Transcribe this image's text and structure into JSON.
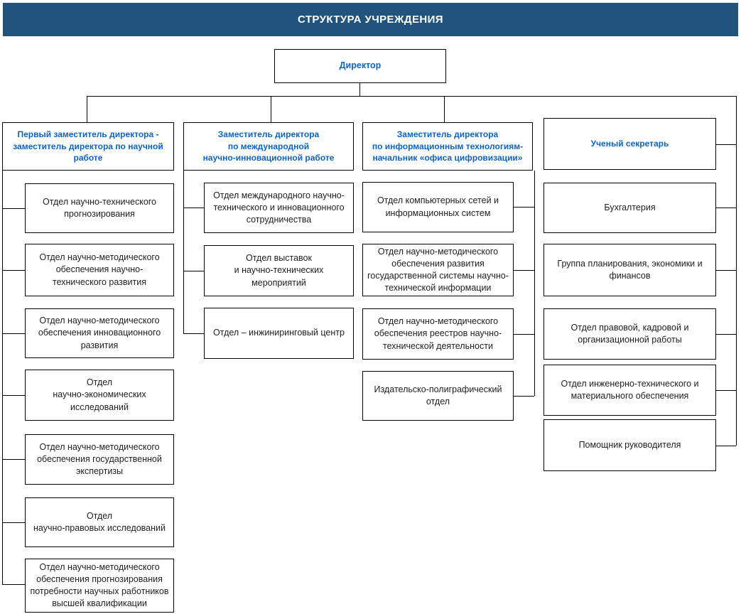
{
  "title": "СТРУКТУРА УЧРЕЖДЕНИЯ",
  "colors": {
    "header_bar_bg": "#20547F",
    "header_bar_text": "#FFFFFF",
    "accent_text": "#0E64BE",
    "box_border": "#000000",
    "box_text": "#1F1F1F",
    "background": "#FFFFFF"
  },
  "director": {
    "label": "Директор"
  },
  "columns": [
    {
      "head": "Первый заместитель директора -\nзаместитель директора по научной\nработе",
      "items": [
        {
          "label": "Отдел научно-технического\nпрогнозирования"
        },
        {
          "label": "Отдел научно-методического\nобеспечения научно-\nтехнического развития"
        },
        {
          "label": "Отдел научно-методического\nобеспечения инновационного\nразвития"
        },
        {
          "label": "Отдел\nнаучно-экономических\nисследований"
        },
        {
          "label": "Отдел научно-методического\nобеспечения государственной\nэкспертизы"
        },
        {
          "label": "Отдел\nнаучно-правовых исследований"
        },
        {
          "label": "Отдел научно-методического\nобеспечения прогнозирования\nпотребности научных работников\nвысшей квалификации"
        }
      ]
    },
    {
      "head": "Заместитель директора\nпо международной\nнаучно-инновационной работе",
      "items": [
        {
          "label": "Отдел международного научно-\nтехнического и инновационного\nсотрудничества"
        },
        {
          "label": "Отдел выставок\nи научно-технических\nмероприятий"
        },
        {
          "label": "Отдел – инжиниринговый центр"
        }
      ]
    },
    {
      "head": "Заместитель директора\nпо информационным технологиям-\nначальник «офиса цифровизации»",
      "items": [
        {
          "label": "Отдел компьютерных сетей и\nинформационных систем"
        },
        {
          "label": "Отдел научно-методического\nобеспечения развития\nгосударственной системы научно-\nтехнической информации"
        },
        {
          "label": "Отдел научно-методического\nобеспечения реестров научно-\nтехнической деятельности"
        },
        {
          "label": "Издательско-полиграфический\nотдел"
        }
      ]
    },
    {
      "head": "Ученый секретарь",
      "items": [
        {
          "label": "Бухгалтерия"
        },
        {
          "label": "Группа планирования, экономики и\nфинансов"
        },
        {
          "label": "Отдел правовой, кадровой и\nорганизационной работы"
        },
        {
          "label": "Отдел инженерно-технического и\nматериального обеспечения"
        },
        {
          "label": "Помощник руководителя"
        }
      ]
    }
  ]
}
